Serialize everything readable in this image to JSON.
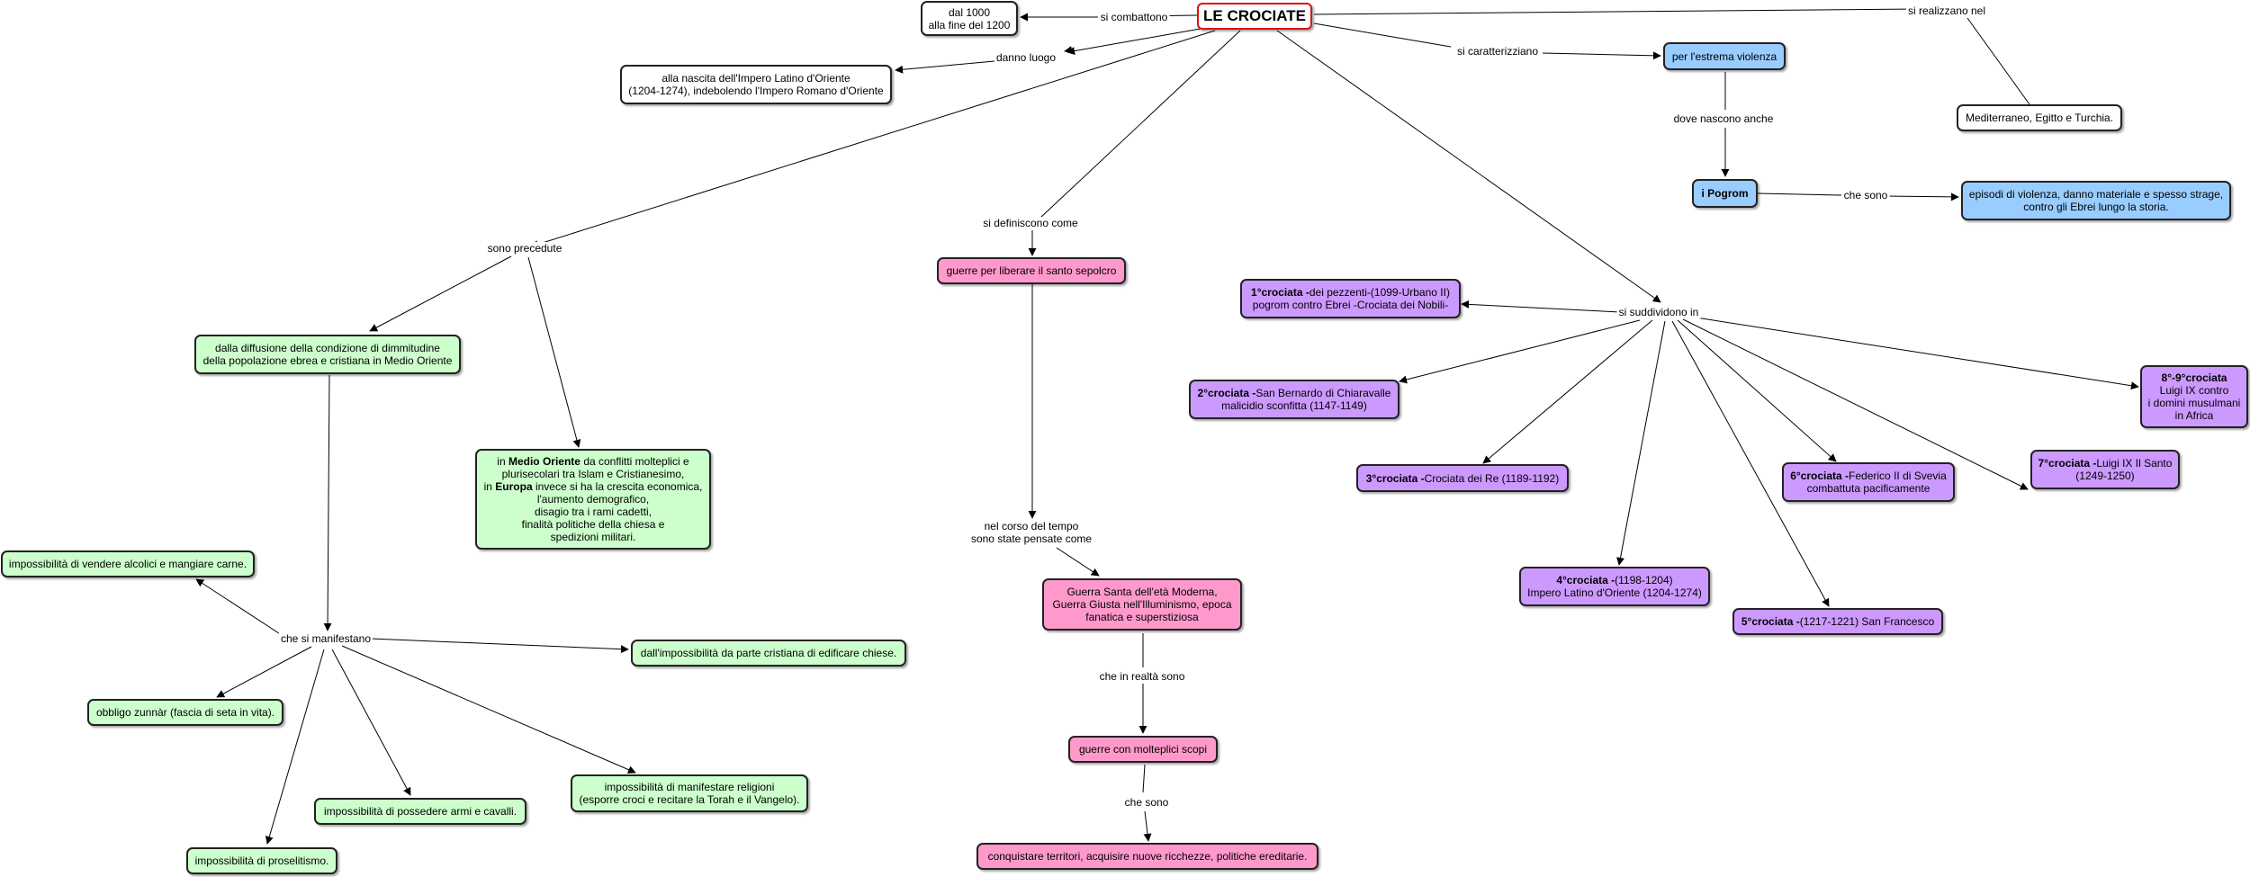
{
  "title": "LE CROCIATE",
  "links": {
    "si_combattono": "si combattono",
    "danno_luogo": "danno luogo",
    "si_caratterizziano": "si caratterizziano",
    "si_realizzano_nel": "si realizzano nel",
    "dove_nascono_anche": "dove nascono anche",
    "che_sono_pogrom": "che sono",
    "sono_precedute": "sono precedute",
    "si_definiscono_come": "si definiscono come",
    "si_suddividono_in": "si suddividono in",
    "nel_corso_1": "nel corso del tempo",
    "nel_corso_2": "sono state pensate come",
    "che_in_realta_sono": "che in realtà sono",
    "che_sono_scopi": "che sono",
    "che_si_manifestano": "che si manifestano"
  },
  "nodes": {
    "dal1000": {
      "l1": "dal 1000",
      "l2": "alla fine del 1200"
    },
    "nascita": {
      "l1": "alla nascita dell'Impero Latino d'Oriente",
      "l2": "(1204-1274), indebolendo l'Impero Romano d'Oriente"
    },
    "violenza": "per l'estrema violenza",
    "mediterraneo": "Mediterraneo, Egitto e Turchia.",
    "pogrom": "i Pogrom",
    "episodi": {
      "l1": "episodi di violenza, danno materiale e spesso strage,",
      "l2": "contro gli Ebrei lungo la storia."
    },
    "guerre_liberare": "guerre per liberare il santo sepolcro",
    "guerra_santa": {
      "l1": "Guerra Santa dell'età Moderna,",
      "l2": "Guerra Giusta nell'Illuminismo, epoca",
      "l3": "fanatica e superstiziosa"
    },
    "guerre_scopi": "guerre con molteplici scopi",
    "conquistare": "conquistare territori,  acquisire nuove ricchezze, politiche ereditarie.",
    "c1": {
      "b": "1°crociata -",
      "t": "dei pezzenti-(1099-Urbano II)",
      "l2": "pogrom contro Ebrei -Crociata dei Nobili-"
    },
    "c2": {
      "b": "2°crociata -",
      "t": "San Bernardo di Chiaravalle",
      "l2": "malicidio sconfitta (1147-1149)"
    },
    "c3": {
      "b": "3°crociata -",
      "t": "Crociata dei Re (1189-1192)"
    },
    "c4": {
      "b": "4°crociata -",
      "t": "(1198-1204)",
      "l2": "Impero Latino d'Oriente (1204-1274)"
    },
    "c5": {
      "b": "5°crociata -",
      "t": "(1217-1221) San Francesco"
    },
    "c6": {
      "b": "6°crociata -",
      "t": "Federico II di Svevia",
      "l2": "combattuta pacificamente"
    },
    "c7": {
      "b": "7°crociata -",
      "t": "Luigi IX Il Santo",
      "l2": "(1249-1250)"
    },
    "c89": {
      "b": "8°-9°crociata",
      "l2": "Luigi IX contro",
      "l3": "i domini musulmani",
      "l4": "in Africa"
    },
    "dimmitudine": {
      "l1": "dalla diffusione della condizione di dimmitudine",
      "l2": "della popolazione ebrea e cristiana in Medio Oriente"
    },
    "medio_oriente": {
      "p1": "in ",
      "b1": "Medio Oriente",
      "p2": " da conflitti molteplici e",
      "l2": "plurisecolari tra Islam e Cristianesimo,",
      "p3": "in ",
      "b2": "Europa",
      "p4": " invece si ha la crescita economica,",
      "l4": "l'aumento demografico,",
      "l5": "disagio tra i rami cadetti,",
      "l6": "finalità politiche della chiesa e",
      "l7": "spedizioni militari."
    },
    "alcolici": "impossibilità di vendere alcolici e mangiare carne.",
    "zunnar": "obbligo zunnàr (fascia di seta in vita).",
    "chiese": "dall'impossibilità da parte cristiana di edificare chiese.",
    "armi": "impossibilità di possedere armi e cavalli.",
    "religioni": {
      "l1": "impossibilità di manifestare religioni",
      "l2": "(esporre croci e recitare la Torah e il Vangelo)."
    },
    "proselitismo": "impossibilità di proselitismo."
  }
}
